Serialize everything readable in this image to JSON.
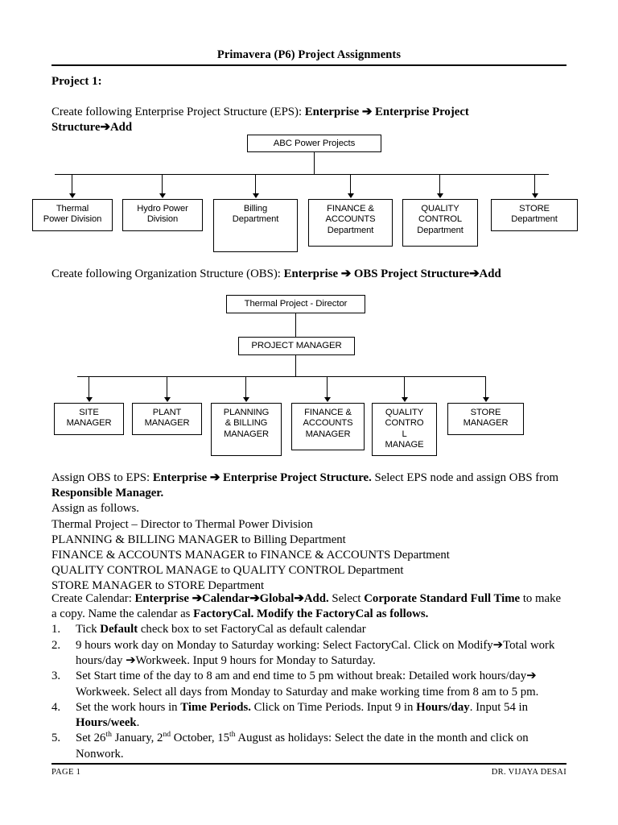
{
  "header": {
    "title": "Primavera (P6) Project Assignments"
  },
  "footer": {
    "page_label": "PAGE 1",
    "author": "DR. VIJAYA DESAI"
  },
  "body": {
    "project_label": "Project 1:",
    "eps_intro": {
      "plain_1": "Create following Enterprise Project Structure (EPS): ",
      "bold_1": "Enterprise ",
      "arrow_1": "➔",
      "bold_2": " Enterprise Project Structure",
      "arrow_2": "➔",
      "bold_3": "Add"
    },
    "obs_intro": {
      "plain_1": "Create following Organization Structure (OBS): ",
      "bold_1": "Enterprise ",
      "arrow_1": "➔",
      "bold_2": " OBS Project Structure",
      "arrow_2": "➔",
      "bold_3": "Add"
    },
    "assign": {
      "line1_plain_1": "Assign OBS to EPS: ",
      "line1_bold_1": "Enterprise ",
      "line1_arrow": "➔",
      "line1_bold_2": " Enterprise Project Structure.",
      "line1_plain_2": " Select EPS node and assign OBS from ",
      "line1_bold_3": "Responsible Manager.",
      "line2": "Assign as follows.",
      "line3": "Thermal Project – Director to Thermal Power Division",
      "line4": "PLANNING & BILLING MANAGER to Billing Department",
      "line5": "FINANCE & ACCOUNTS MANAGER to FINANCE & ACCOUNTS Department",
      "line6": "QUALITY CONTROL MANAGE to QUALITY CONTROL Department",
      "line7": "STORE MANAGER to STORE Department"
    },
    "calendar": {
      "intro_plain_1": "Create Calendar: ",
      "intro_bold_1": "Enterprise ",
      "intro_arrow_1": "➔",
      "intro_bold_2": "Calendar",
      "intro_arrow_2": "➔",
      "intro_bold_3": "Global",
      "intro_arrow_3": "➔",
      "intro_bold_4": "Add.",
      "intro_plain_2": " Select ",
      "intro_bold_5": "Corporate Standard Full Time",
      "intro_plain_3": " to make a copy. Name the calendar as ",
      "intro_bold_6": "FactoryCal. Modify the FactoryCal as follows.",
      "steps": [
        {
          "number": "1.",
          "parts_plain_1": "Tick ",
          "parts_bold_1": "Default",
          "parts_plain_2": " check box to set FactoryCal as default calendar"
        },
        {
          "number": "2.",
          "parts_plain_1": "9 hours work day on Monday to Saturday working: Select FactoryCal. Click on Modify",
          "arrow_1": "➔",
          "parts_plain_2": "Total work hours/day ",
          "arrow_2": "➔",
          "parts_plain_3": "Workweek. Input 9 hours for Monday to Saturday."
        },
        {
          "number": "3.",
          "parts_plain_1": "Set Start time of the day to 8 am and end time to 5 pm without break: Detailed work hours/day",
          "arrow_1": "➔",
          "parts_plain_2": " Workweek. Select all days from Monday to Saturday and make working time from 8 am to 5 pm."
        },
        {
          "number": "4.",
          "parts_plain_1": "Set the work hours in ",
          "parts_bold_1": "Time Periods.",
          "parts_plain_2": " Click on Time Periods. Input 9 in ",
          "parts_bold_2": "Hours/day",
          "parts_plain_3": ". Input 54 in ",
          "parts_bold_3": "Hours/week",
          "parts_plain_4": "."
        },
        {
          "number": "5.",
          "parts_plain_1": "Set 26",
          "sup_1": "th",
          "parts_plain_2": " January, 2",
          "sup_2": "nd",
          "parts_plain_3": " October, 15",
          "sup_3": "th",
          "parts_plain_4": " August as holidays: Select the date in the month and click on Nonwork."
        }
      ]
    }
  },
  "eps_diagram": {
    "root": "ABC Power Projects",
    "children": [
      "Thermal\nPower Division",
      "Hydro Power\nDivision",
      "Billing\nDepartment",
      "FINANCE &\nACCOUNTS\nDepartment",
      "QUALITY\nCONTROL\nDepartment",
      "STORE\nDepartment"
    ]
  },
  "obs_diagram": {
    "root": "Thermal Project - Director",
    "second": "PROJECT MANAGER",
    "children": [
      "SITE\nMANAGER",
      "PLANT\nMANAGER",
      "PLANNING\n& BILLING\nMANAGER",
      "FINANCE &\nACCOUNTS\nMANAGER",
      "QUALITY\nCONTRO\nL\nMANAGE",
      "STORE\nMANAGER"
    ]
  }
}
